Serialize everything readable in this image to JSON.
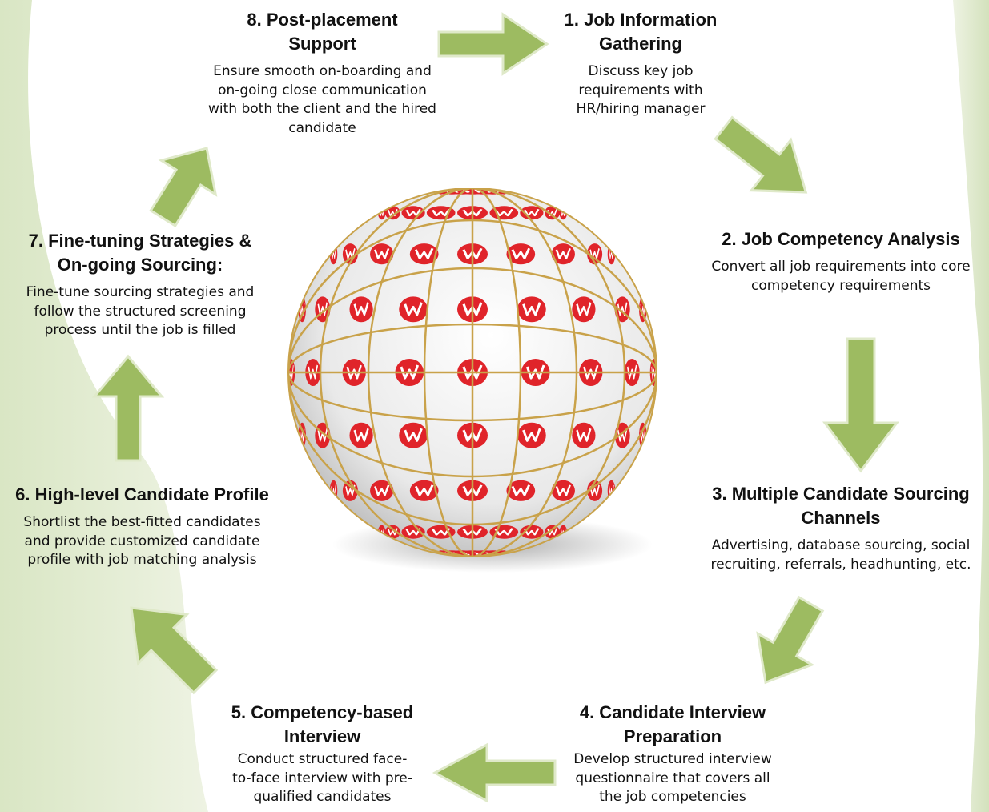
{
  "steps": [
    {
      "title": "1. Job Information Gathering",
      "desc": "Discuss key job requirements with HR/hiring manager"
    },
    {
      "title": "2. Job Competency Analysis",
      "desc": "Convert all job requirements into core competency requirements"
    },
    {
      "title": "3. Multiple Candidate Sourcing Channels",
      "desc": "Advertising, database sourcing, social recruiting, referrals,  headhunting, etc."
    },
    {
      "title": "4. Candidate Interview Preparation",
      "desc": "Develop structured interview questionnaire that covers all the job competencies"
    },
    {
      "title": "5. Competency-based Interview",
      "desc": "Conduct structured face-to-face interview with pre-qualified candidates"
    },
    {
      "title": "6. High-level Candidate Profile",
      "desc": "Shortlist the best-fitted candidates and provide customized candidate profile with job matching analysis"
    },
    {
      "title": "7. Fine-tuning Strategies & On-going Sourcing:",
      "desc": "Fine-tune sourcing strategies and follow the structured screening process until the job is filled"
    },
    {
      "title": "8. Post-placement Support",
      "desc": "Ensure smooth on-boarding and on-going close communication with both the client and the hired candidate"
    }
  ],
  "colors": {
    "arrow": "#9dbb61",
    "arrow_edge": "#dfe9c9",
    "background_wave": "#e3ebd3",
    "globe_tile": "#e0242a",
    "globe_grid": "#c9a24a"
  },
  "icons": {
    "globe": "globe-icon",
    "arrow": "arrow-icon",
    "tile_logo": "w-logo-icon"
  }
}
